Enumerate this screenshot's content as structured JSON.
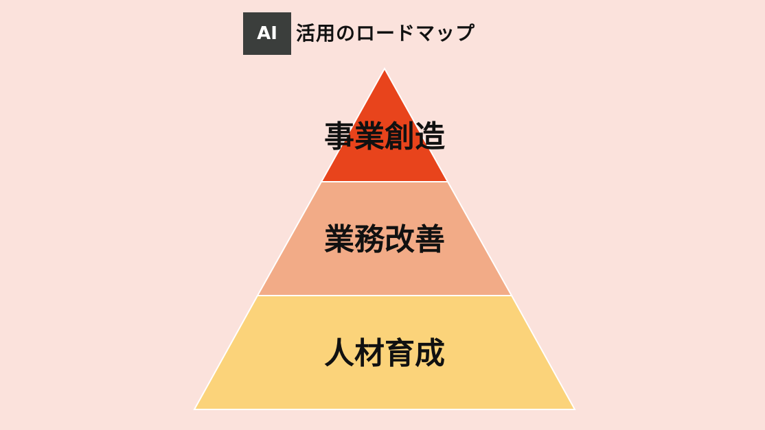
{
  "header": {
    "badge": "AI",
    "title": "活用のロードマップ"
  },
  "pyramid": {
    "levels": [
      {
        "label": "事業創造",
        "color": "#E8441C"
      },
      {
        "label": "業務改善",
        "color": "#F2AB87"
      },
      {
        "label": "人材育成",
        "color": "#FBD37A"
      }
    ]
  }
}
